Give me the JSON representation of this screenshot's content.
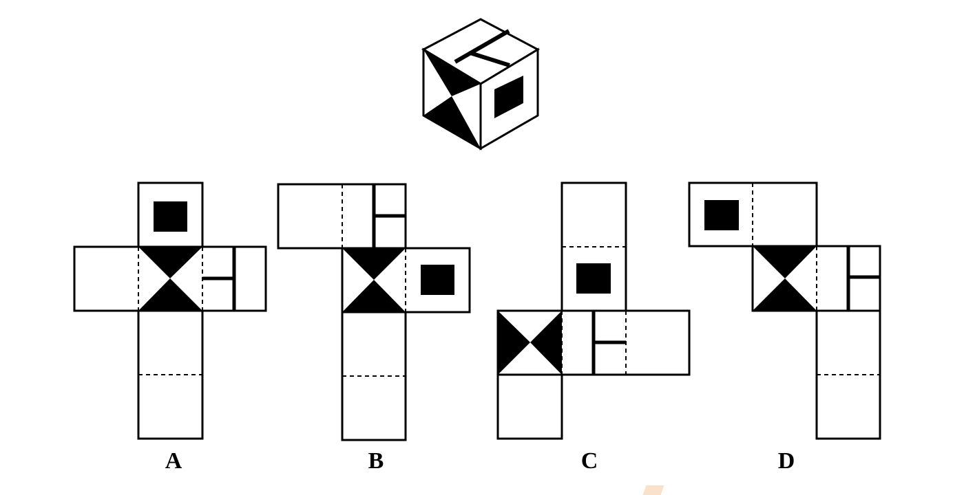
{
  "options": [
    {
      "id": "A",
      "label": "A"
    },
    {
      "id": "B",
      "label": "B"
    },
    {
      "id": "C",
      "label": "C"
    },
    {
      "id": "D",
      "label": "D"
    }
  ],
  "colors": {
    "stroke": "#000000",
    "fill": "#000000",
    "background": "#ffffff"
  }
}
